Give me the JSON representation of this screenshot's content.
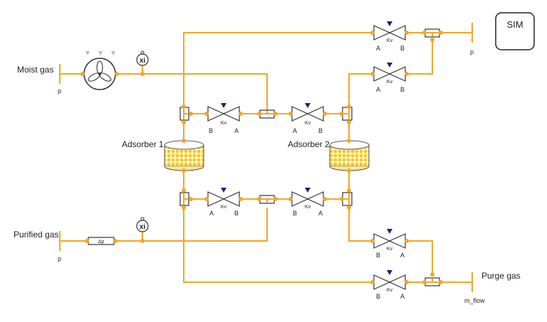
{
  "labels": {
    "moist_gas": "Moist gas",
    "purified_gas": "Purified gas",
    "purge_gas": "Purge gas",
    "adsorber1": "Adsorber 1",
    "adsorber2": "Adsorber 2",
    "sim": "SIM",
    "p": "p",
    "m_flow": "m_flow",
    "xi": "xi",
    "dp": "Δp",
    "kv": "Kv",
    "a": "A",
    "b": "B"
  },
  "colors": {
    "pipe": "#f5a623",
    "outline": "#333333",
    "actuator": "#1a237e",
    "bead": "#f5c518"
  }
}
